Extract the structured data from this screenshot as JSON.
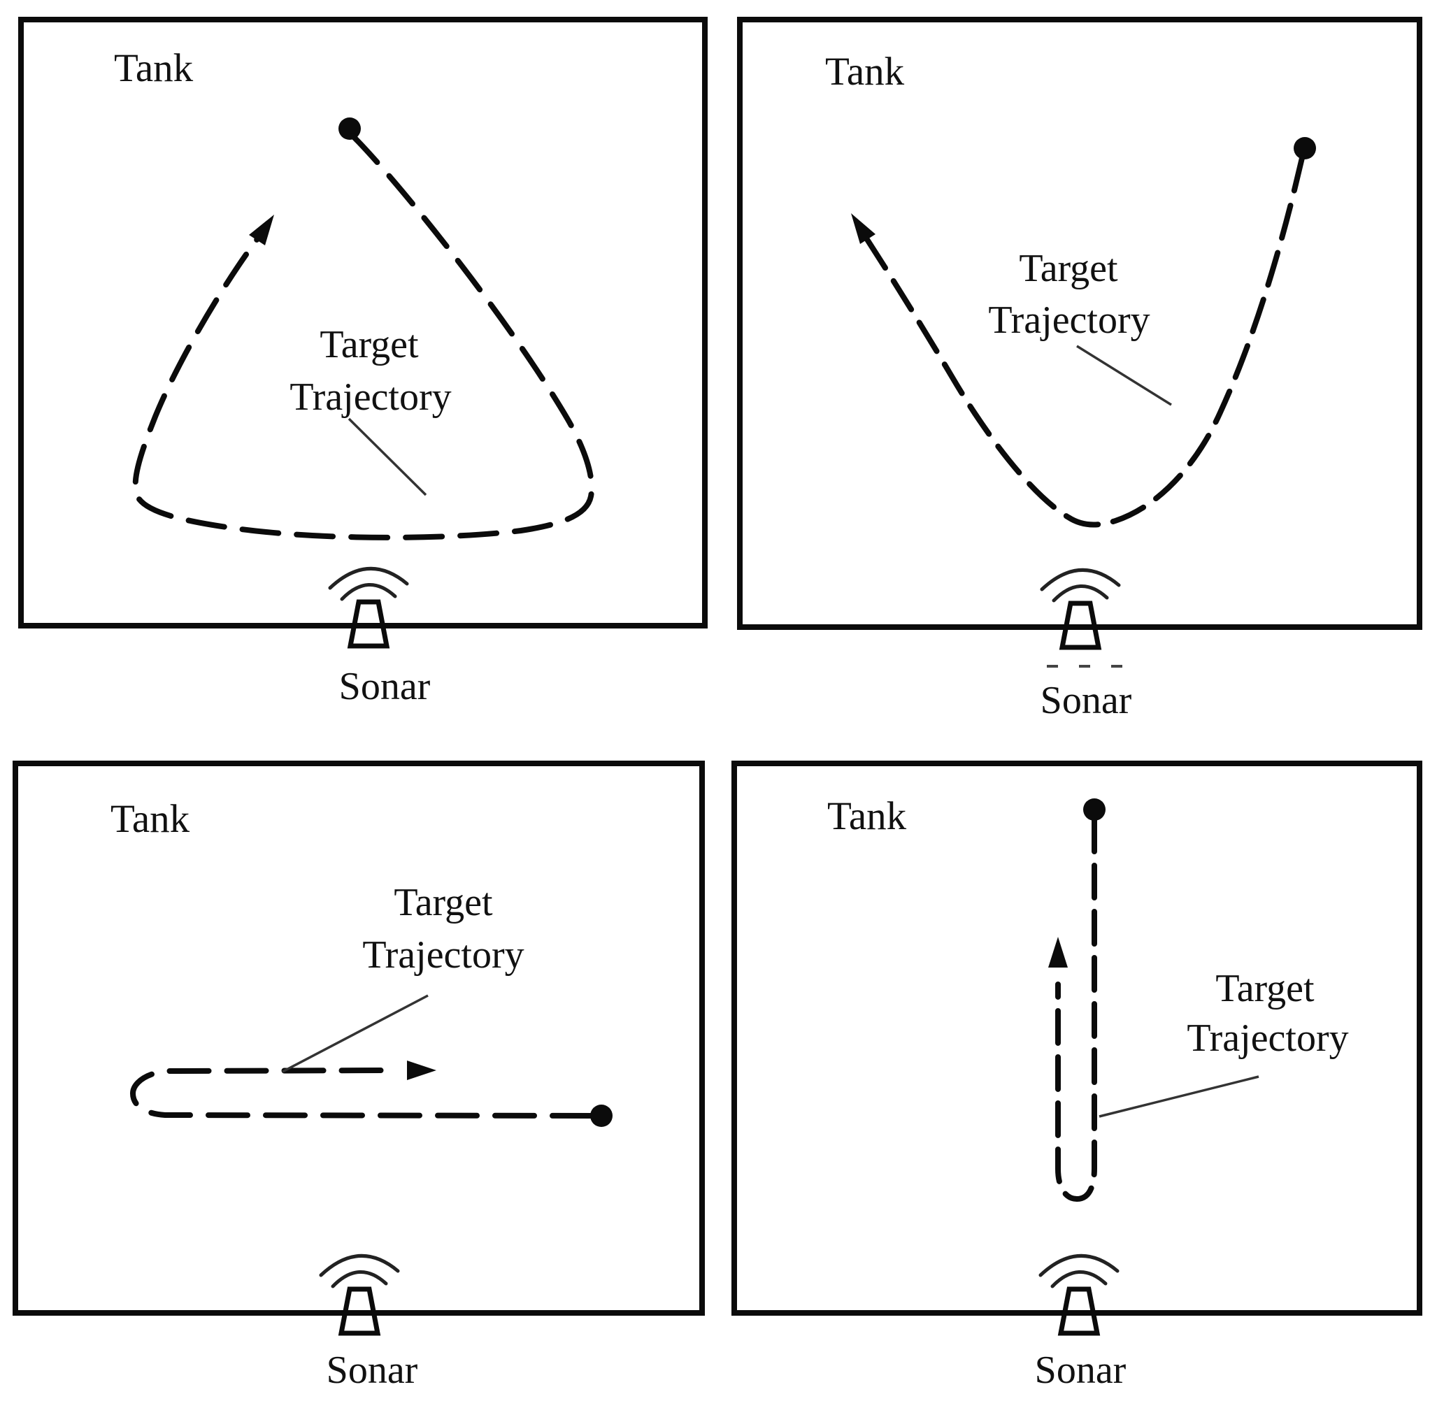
{
  "colors": {
    "ink": "#0b0b0b",
    "background": "#ffffff",
    "leader_line": "#333333"
  },
  "panels": [
    {
      "position": "top-left",
      "tank_label": "Tank",
      "trajectory_label_line1": "Target",
      "trajectory_label_line2": "Trajectory",
      "sonar_label": "Sonar",
      "trajectory_shape": "closed rounded-triangle loop, start dot top center, arrowhead exiting up-right on left side"
    },
    {
      "position": "top-right",
      "tank_label": "Tank",
      "trajectory_label_line1": "Target",
      "trajectory_label_line2": "Trajectory",
      "sonar_label": "Sonar",
      "trajectory_shape": "V-shaped dip, start dot upper right, arrowhead upper left"
    },
    {
      "position": "bottom-left",
      "tank_label": "Tank",
      "trajectory_label_line1": "Target",
      "trajectory_label_line2": "Trajectory",
      "sonar_label": "Sonar",
      "trajectory_shape": "horizontal out-and-back hairpin, start dot right, U-turn at left, arrowhead pointing right"
    },
    {
      "position": "bottom-right",
      "tank_label": "Tank",
      "trajectory_label_line1": "Target",
      "trajectory_label_line2": "Trajectory",
      "sonar_label": "Sonar",
      "trajectory_shape": "vertical out-and-back hairpin, start dot top, U-turn at bottom, arrowhead pointing up"
    }
  ]
}
